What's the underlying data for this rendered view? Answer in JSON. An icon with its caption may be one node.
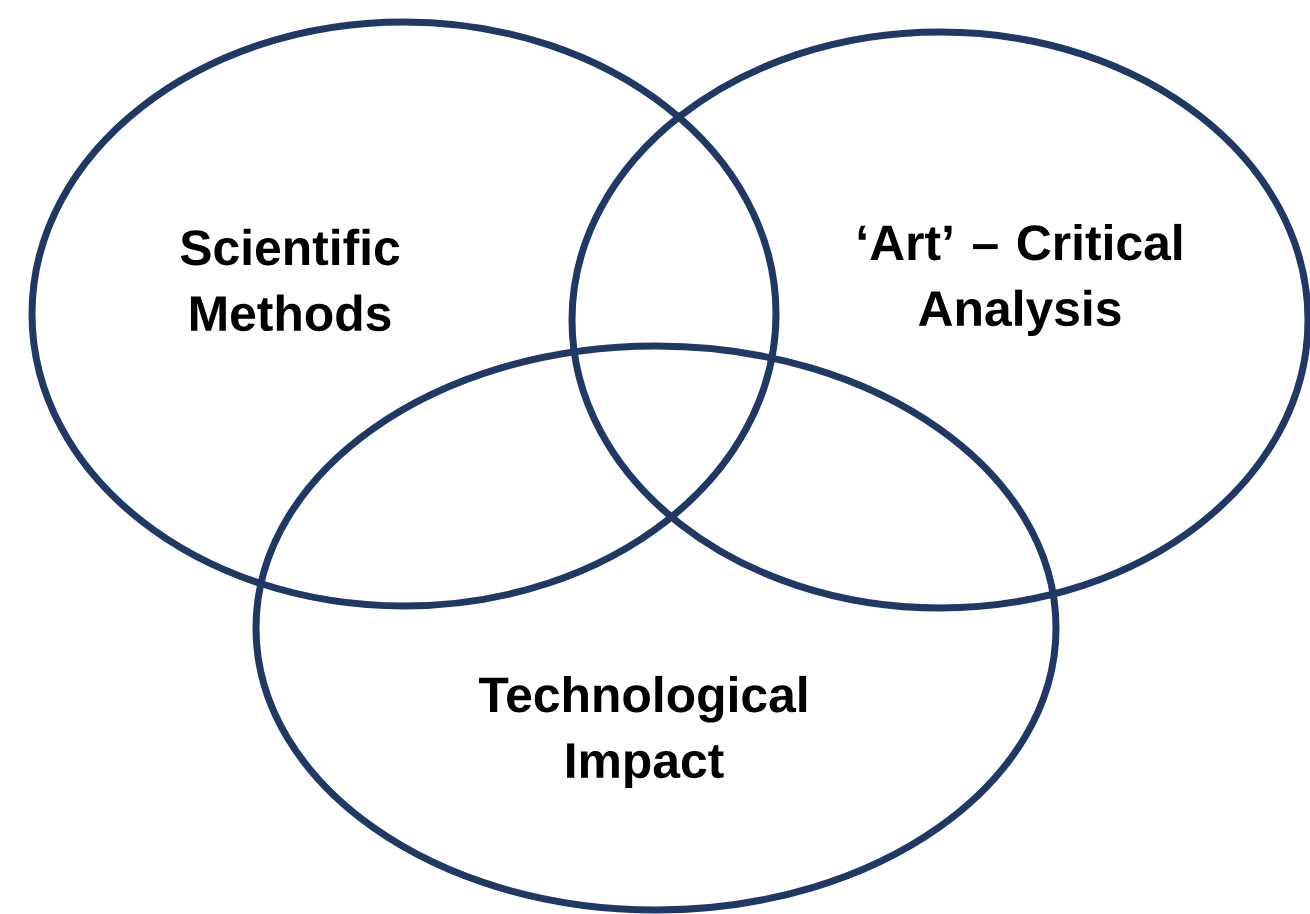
{
  "diagram": {
    "nodes": [
      {
        "text": [
          "Scientific Methods"
        ]
      },
      {
        "text": [
          "‘Art’ – Critical Analysis"
        ]
      },
      {
        "text": [
          "Technological Impact"
        ]
      }
    ]
  }
}
